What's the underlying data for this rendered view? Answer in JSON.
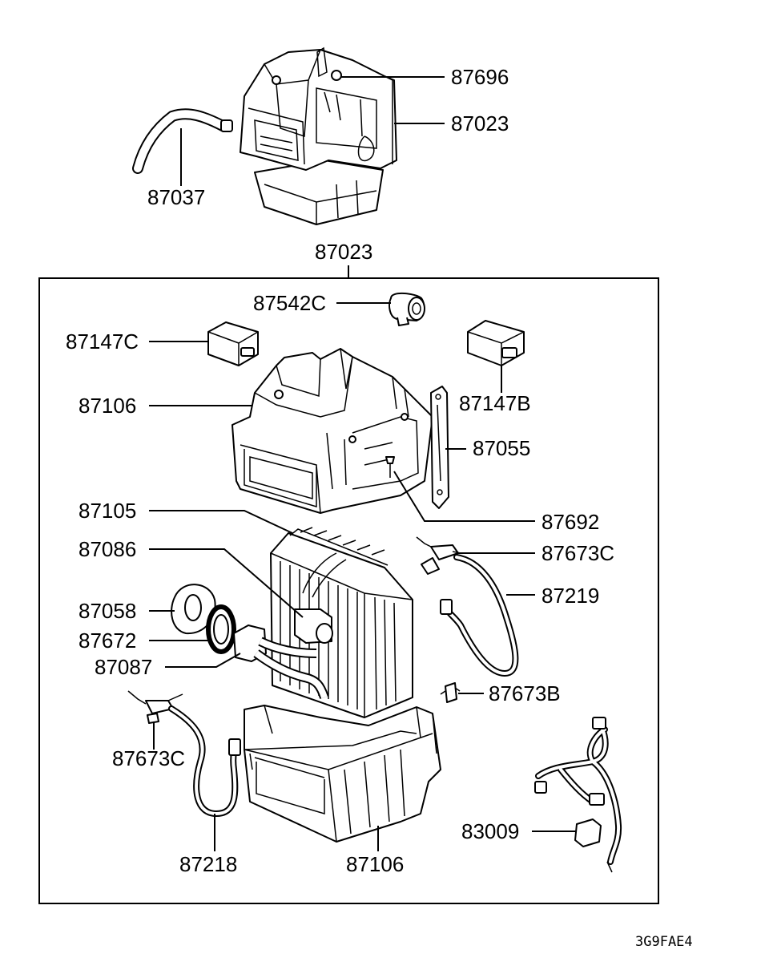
{
  "labels": {
    "p87696": "87696",
    "p87023_top": "87023",
    "p87037": "87037",
    "p87023_group": "87023",
    "p87542C": "87542C",
    "p87147C": "87147C",
    "p87147B": "87147B",
    "p87106_upper": "87106",
    "p87055": "87055",
    "p87692": "87692",
    "p87105": "87105",
    "p87086": "87086",
    "p87673C_right": "87673C",
    "p87219": "87219",
    "p87058": "87058",
    "p87672": "87672",
    "p87087": "87087",
    "p87673B": "87673B",
    "p87673C_left": "87673C",
    "p83009": "83009",
    "p87218": "87218",
    "p87106_lower": "87106"
  },
  "diagram_code": "3G9FAE4"
}
